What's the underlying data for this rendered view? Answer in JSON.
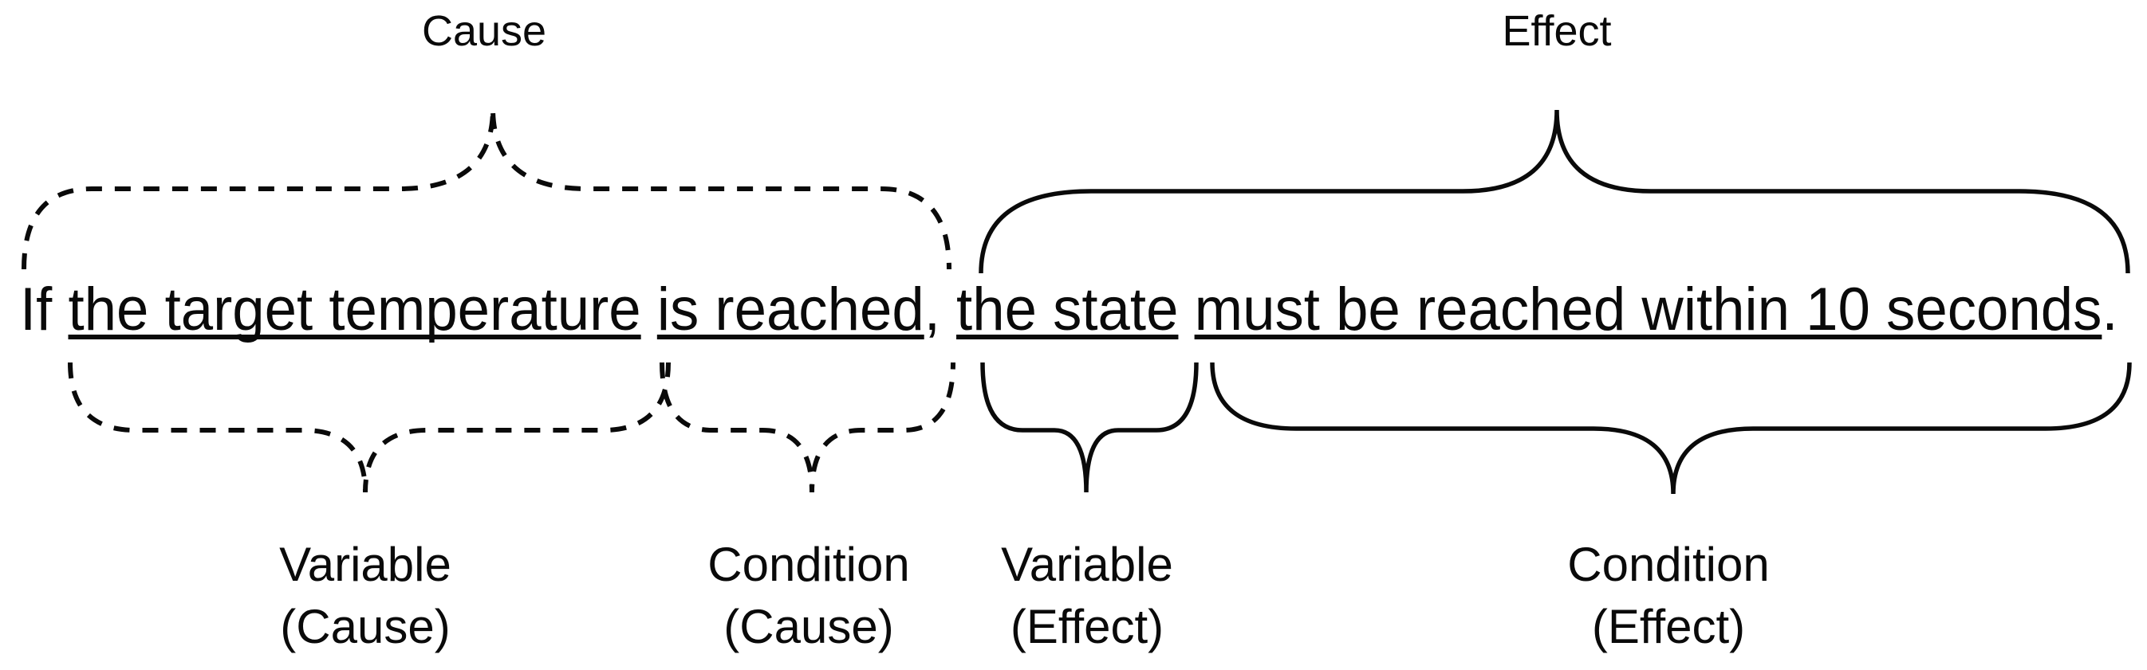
{
  "colors": {
    "ink": "#0a0a0a",
    "background": "#ffffff"
  },
  "top_labels": {
    "cause": "Cause",
    "effect": "Effect"
  },
  "sentence": {
    "prefix": "If ",
    "cause_variable": "the target temperature",
    "space1": " ",
    "cause_condition": "is reached",
    "comma": ", ",
    "effect_variable": "the state",
    "space2": " ",
    "effect_condition": "must be reached within 10 seconds",
    "period": "."
  },
  "bottom_labels": {
    "variable_cause": {
      "line1": "Variable",
      "line2": "(Cause)"
    },
    "condition_cause": {
      "line1": "Condition",
      "line2": "(Cause)"
    },
    "variable_effect": {
      "line1": "Variable",
      "line2": "(Effect)"
    },
    "condition_effect": {
      "line1": "Condition",
      "line2": "(Effect)"
    }
  },
  "braces": {
    "cause_top": {
      "style": "dashed",
      "annotates": "If the target temperature is reached"
    },
    "effect_top": {
      "style": "solid",
      "annotates": "the state must be reached within 10 seconds"
    },
    "variable_cause": {
      "style": "dashed",
      "annotates": "the target temperature"
    },
    "condition_cause": {
      "style": "dashed",
      "annotates": "is reached"
    },
    "variable_effect": {
      "style": "solid",
      "annotates": "the state"
    },
    "condition_effect": {
      "style": "solid",
      "annotates": "must be reached within 10 seconds"
    }
  }
}
